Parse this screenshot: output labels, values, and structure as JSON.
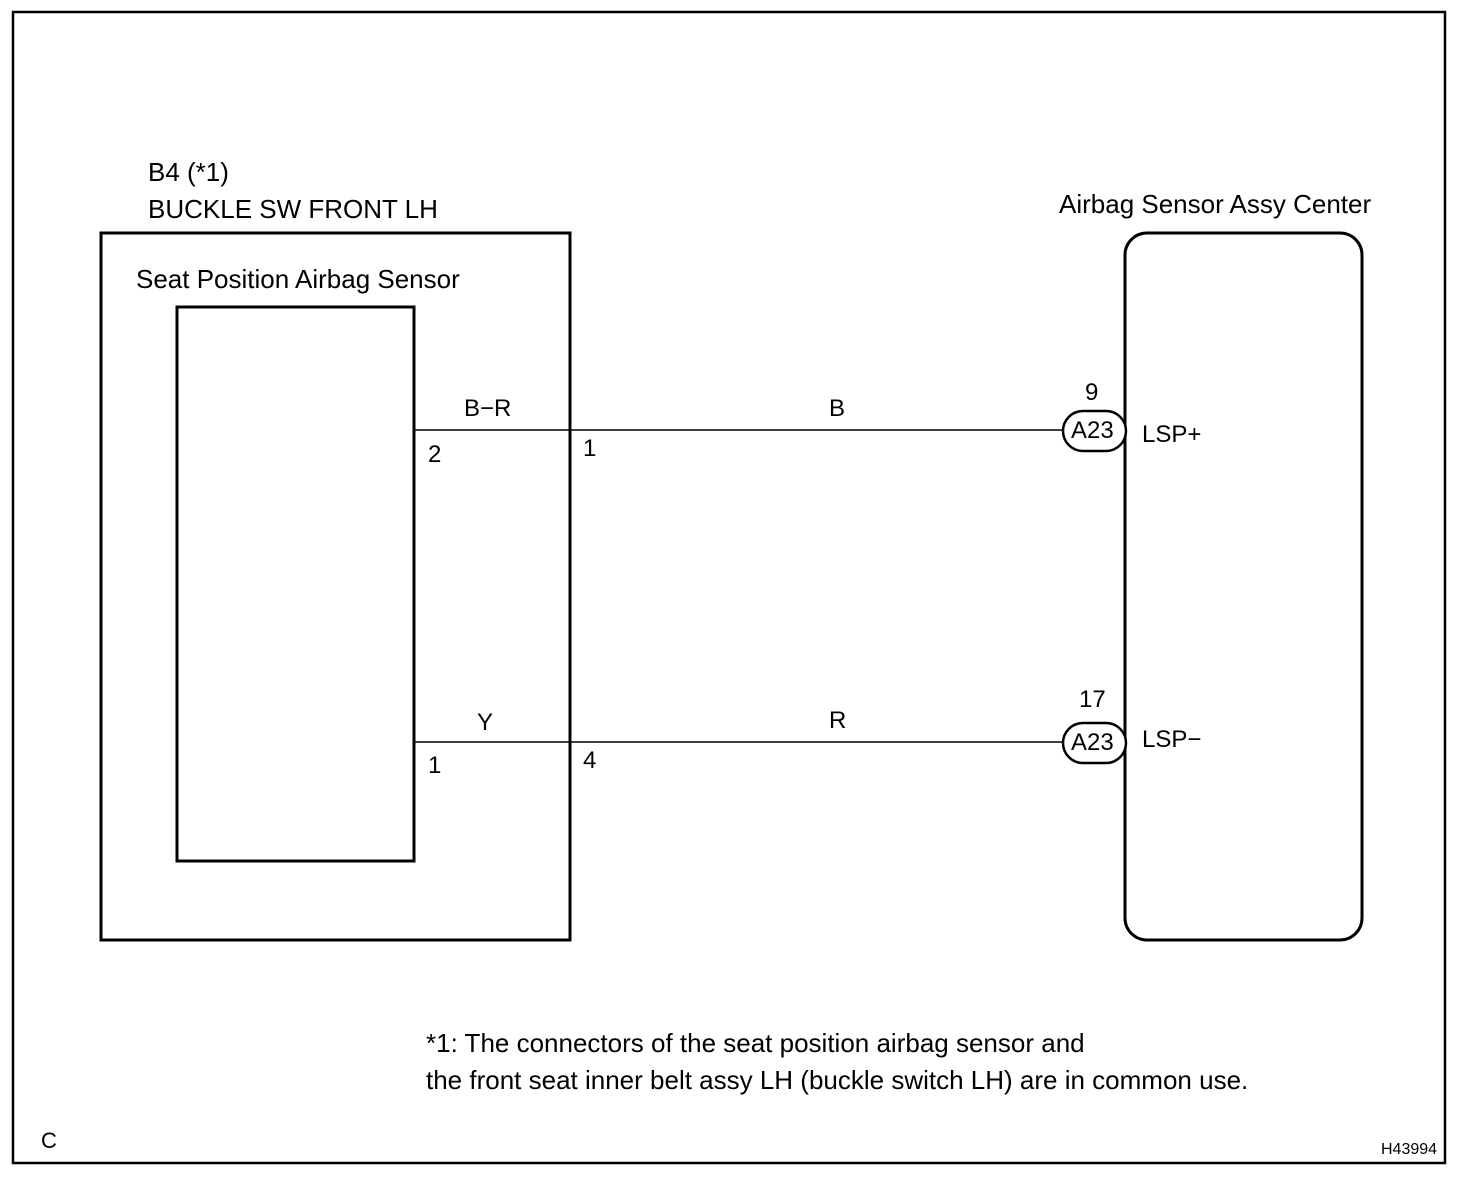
{
  "buckle_sw": {
    "connector_code": "B4 (*1)",
    "name": "BUCKLE SW FRONT LH",
    "inner_component": "Seat Position Airbag Sensor",
    "inner_pins": [
      "2",
      "1"
    ],
    "connector_pins": [
      "1",
      "4"
    ]
  },
  "airbag_sensor": {
    "name": "Airbag Sensor Assy Center",
    "connector": "A23",
    "pins": [
      {
        "number": "9",
        "signal": "LSP+"
      },
      {
        "number": "17",
        "signal": "LSP−"
      }
    ]
  },
  "wires": [
    {
      "inner_color": "B−R",
      "outer_color": "B"
    },
    {
      "inner_color": "Y",
      "outer_color": "R"
    }
  ],
  "footnote": {
    "line1": "*1: The connectors of the seat position airbag sensor and",
    "line2": "the front seat inner belt assy LH (buckle switch LH) are in common use."
  },
  "corner_left": "C",
  "figure_id": "H43994"
}
